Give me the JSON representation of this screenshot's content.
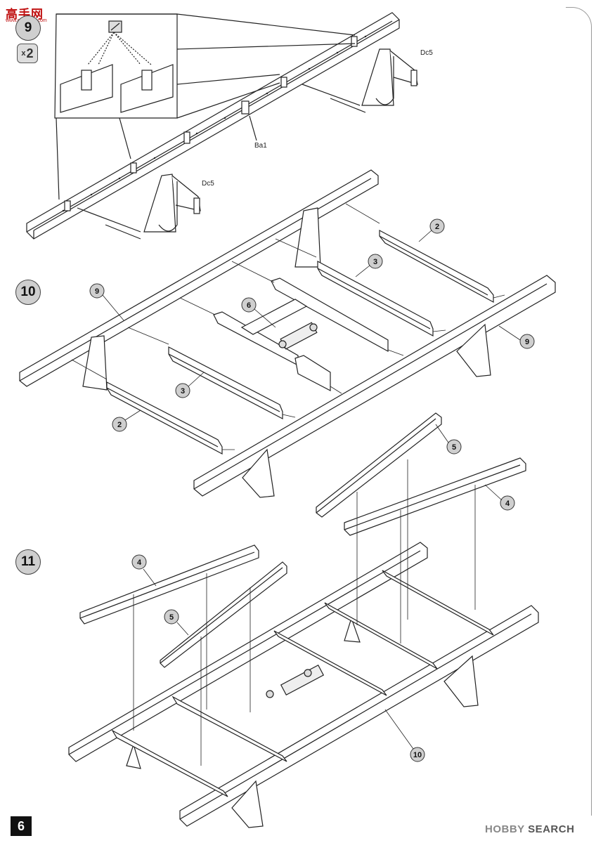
{
  "header": {
    "logo_text": "高手网",
    "logo_sub": "www.gaoshou.com"
  },
  "steps": {
    "step9": "9",
    "multiplier_prefix": "x",
    "multiplier_value": "2",
    "step10": "10",
    "step11": "11"
  },
  "labels": {
    "ba1": "Ba1",
    "dc5_top": "Dc5",
    "dc5_mid": "Dc5"
  },
  "callouts": {
    "s10_9_left": "9",
    "s10_6": "6",
    "s10_3_right": "3",
    "s10_2_right": "2",
    "s10_9_right": "9",
    "s10_3_left": "3",
    "s10_2_left": "2",
    "s11_5_top": "5",
    "s11_4_top": "4",
    "s11_4_left": "4",
    "s11_5_left": "5",
    "s11_10": "10"
  },
  "footer": {
    "page_number": "6",
    "watermark_brand": "HOBBY",
    "watermark_text": "SEARCH"
  },
  "colors": {
    "line": "#222222",
    "badge_fill": "#cfcfcf",
    "logo_red": "#c01010"
  }
}
